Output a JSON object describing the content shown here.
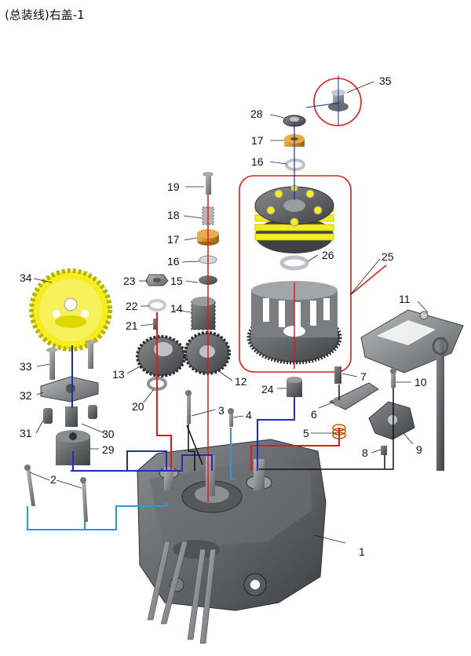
{
  "title": "(总装线)右盖-1",
  "parts": [
    {
      "number": "1"
    },
    {
      "number": "2"
    },
    {
      "number": "3"
    },
    {
      "number": "4"
    },
    {
      "number": "5"
    },
    {
      "number": "6"
    },
    {
      "number": "7"
    },
    {
      "number": "8"
    },
    {
      "number": "9"
    },
    {
      "number": "10"
    },
    {
      "number": "11"
    },
    {
      "number": "12"
    },
    {
      "number": "13"
    },
    {
      "number": "14"
    },
    {
      "number": "15"
    },
    {
      "number": "16"
    },
    {
      "number": "17"
    },
    {
      "number": "18"
    },
    {
      "number": "19"
    },
    {
      "number": "20"
    },
    {
      "number": "21"
    },
    {
      "number": "22"
    },
    {
      "number": "23"
    },
    {
      "number": "24"
    },
    {
      "number": "25"
    },
    {
      "number": "26"
    },
    {
      "number": "28"
    },
    {
      "number": "29"
    },
    {
      "number": "30"
    },
    {
      "number": "31"
    },
    {
      "number": "32"
    },
    {
      "number": "33"
    },
    {
      "number": "34"
    },
    {
      "number": "35"
    },
    {
      "number": "16"
    },
    {
      "number": "17"
    }
  ],
  "colors": {
    "highlight_gear": "#f4ee1e",
    "bronze": "#c8892a",
    "metal": "#8e9094",
    "line_red": "#e01b1b",
    "line_blue": "#1c2fb8",
    "line_cyan": "#2b9bd6",
    "line_black": "#111111"
  }
}
